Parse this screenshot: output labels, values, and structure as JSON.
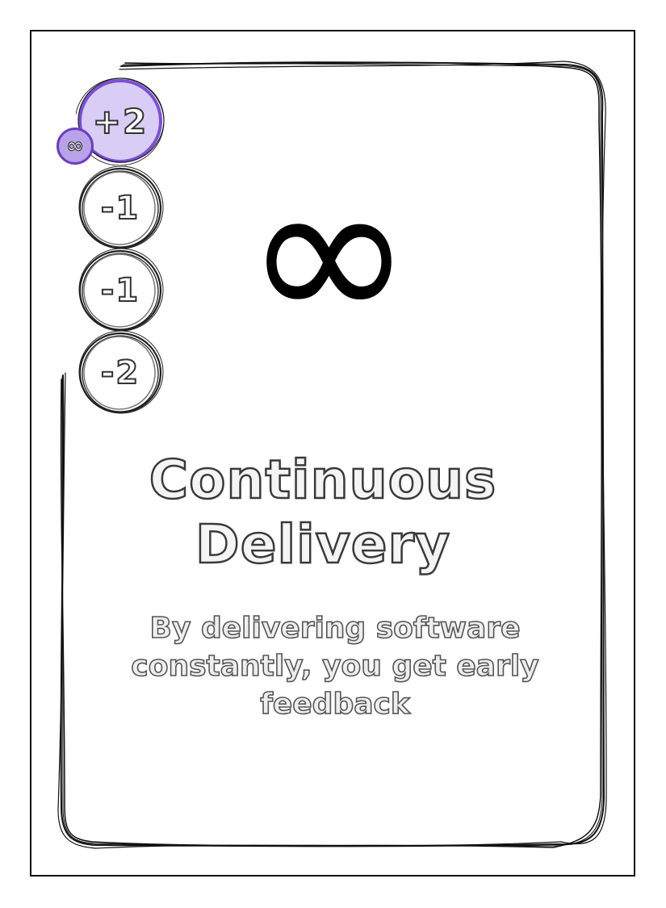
{
  "card": {
    "title": "Continuous Delivery",
    "description": "By delivering software constantly, you get early feedback",
    "big_symbol": "∞",
    "big_symbol_icon": "infinity-icon",
    "badge_symbol": "∞",
    "badge_icon": "infinity-icon",
    "scores": [
      "+2",
      "-1",
      "-1",
      "-2"
    ],
    "accent_fill": "#d9ccf5",
    "accent_stroke": "#7a4fd6"
  }
}
